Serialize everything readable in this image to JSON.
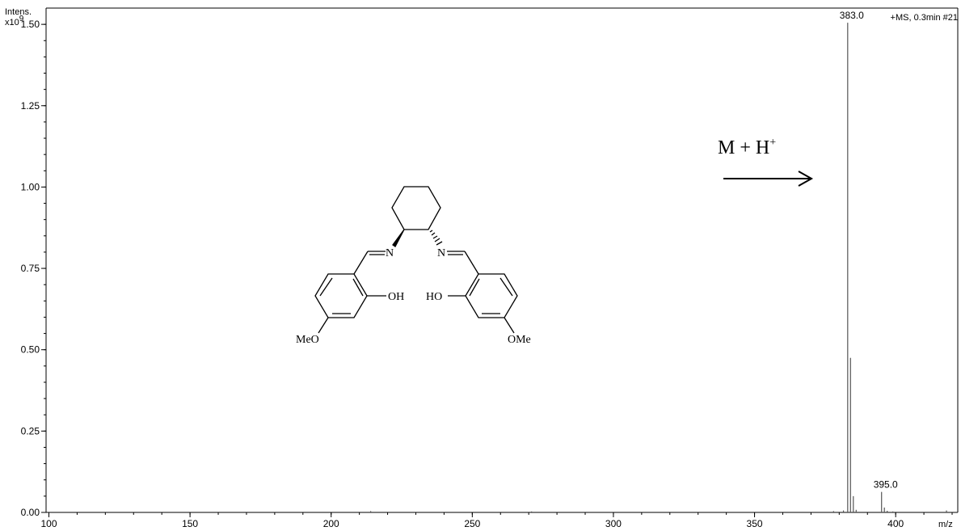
{
  "chart_data": {
    "type": "bar",
    "title": "+MS, 0.3min #21",
    "ylabel": "Intens.",
    "ylabel_scale": "x10",
    "ylabel_exp": "9",
    "xlabel": "m/z",
    "xlim": [
      99,
      422
    ],
    "ylim": [
      0,
      1.55
    ],
    "x_ticks": [
      100,
      150,
      200,
      250,
      300,
      350,
      400
    ],
    "y_ticks": [
      "0.00",
      "0.25",
      "0.50",
      "0.75",
      "1.00",
      "1.25",
      "1.50"
    ],
    "grid": false,
    "legend": "none",
    "peaks": [
      {
        "x": 383.0,
        "y": 1.505,
        "label": "383.0"
      },
      {
        "x": 384.0,
        "y": 0.475,
        "label": ""
      },
      {
        "x": 385.0,
        "y": 0.05,
        "label": ""
      },
      {
        "x": 386.0,
        "y": 0.008,
        "label": ""
      },
      {
        "x": 395.0,
        "y": 0.063,
        "label": "395.0"
      },
      {
        "x": 396.0,
        "y": 0.015,
        "label": ""
      },
      {
        "x": 397.0,
        "y": 0.005,
        "label": ""
      },
      {
        "x": 381.5,
        "y": 0.006,
        "label": ""
      },
      {
        "x": 378.0,
        "y": 0.004,
        "label": ""
      },
      {
        "x": 399.0,
        "y": 0.003,
        "label": ""
      },
      {
        "x": 418.0,
        "y": 0.006,
        "label": ""
      },
      {
        "x": 214.0,
        "y": 0.004,
        "label": ""
      },
      {
        "x": 271.0,
        "y": 0.003,
        "label": ""
      }
    ],
    "annotation": {
      "text": "M + H",
      "superscript": "+"
    }
  },
  "structure": {
    "labels": {
      "n_left": "N",
      "n_right": "N",
      "oh_left": "OH",
      "oh_right": "HO",
      "ome_left": "MeO",
      "ome_right": "OMe"
    }
  },
  "colors": {
    "axis": "#000000",
    "peak": "#555555"
  }
}
